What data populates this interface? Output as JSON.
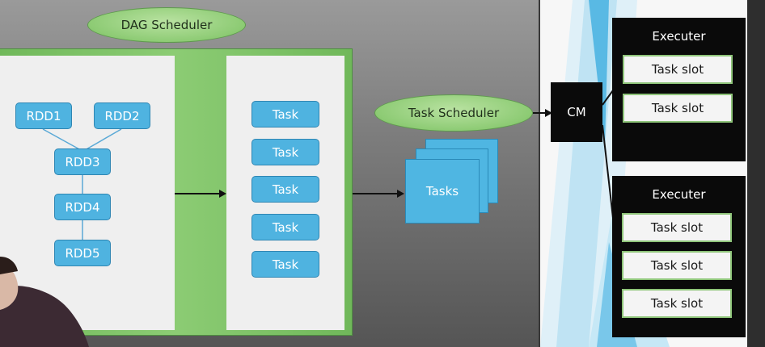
{
  "dag_scheduler": {
    "label": "DAG Scheduler"
  },
  "rdd_graph": {
    "nodes": [
      "RDD1",
      "RDD2",
      "RDD3",
      "RDD4",
      "RDD5"
    ]
  },
  "task_stage": {
    "tasks": [
      "Task",
      "Task",
      "Task",
      "Task",
      "Task"
    ]
  },
  "task_scheduler": {
    "label": "Task Scheduler",
    "tasks_label": "Tasks"
  },
  "cluster_manager": {
    "label": "CM"
  },
  "executors": [
    {
      "title": "Executer",
      "slots": [
        "Task slot",
        "Task slot"
      ]
    },
    {
      "title": "Executer",
      "slots": [
        "Task slot",
        "Task slot",
        "Task slot"
      ]
    }
  ],
  "colors": {
    "green": "#8dcb74",
    "blue": "#4fb3e0",
    "black": "#0a0a0a",
    "panel_gray": "#7c7c7c"
  }
}
